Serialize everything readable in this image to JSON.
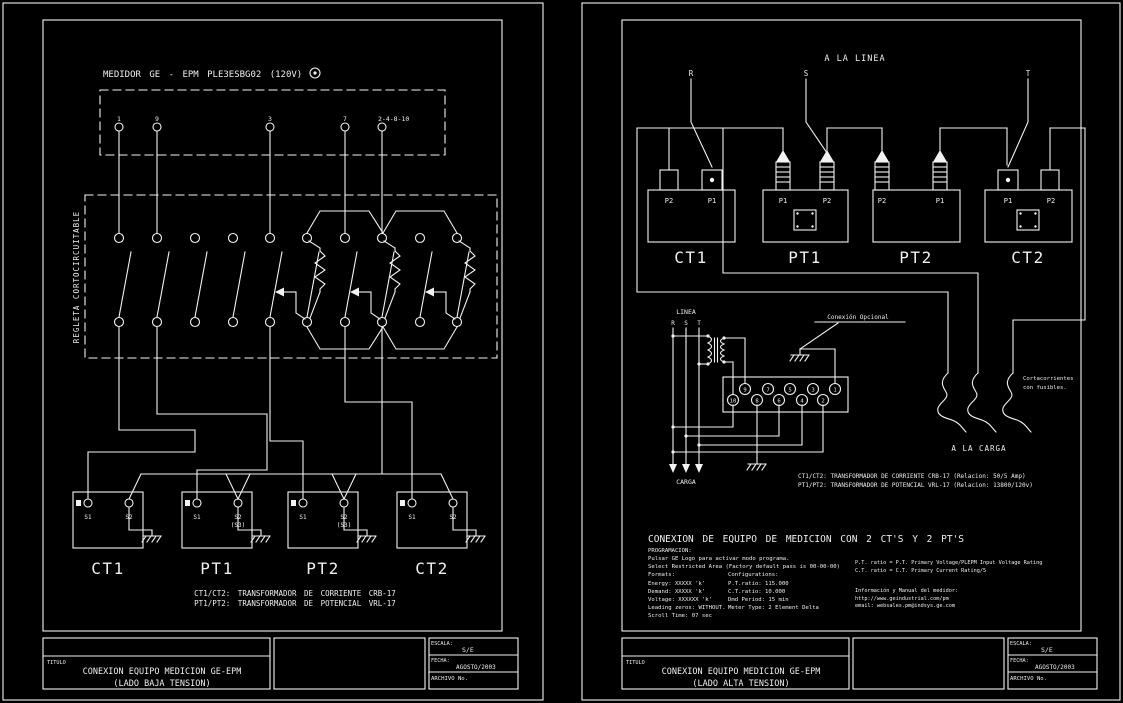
{
  "colors": {
    "background": "#000000",
    "line": "#f2f2f2"
  },
  "left_sheet": {
    "meter_title": "MEDIDOR GE - EPM PLE3ESBG02 (120V)",
    "meter_terminals": [
      "1",
      "9",
      "3",
      "7",
      "2-4-8-10"
    ],
    "regleta_label": "REGLETA CORTOCIRCUITABLE",
    "transformers": [
      {
        "name": "CT1",
        "t1": "S1",
        "t2": "S2",
        "t2_sub": ""
      },
      {
        "name": "PT1",
        "t1": "S1",
        "t2": "S2",
        "t2_sub": "(S3)"
      },
      {
        "name": "PT2",
        "t1": "S1",
        "t2": "S2",
        "t2_sub": "(S3)"
      },
      {
        "name": "CT2",
        "t1": "S1",
        "t2": "S2",
        "t2_sub": ""
      }
    ],
    "notes": [
      "CT1/CT2: TRANSFORMADOR DE CORRIENTE CRB-17",
      "PT1/PT2: TRANSFORMADOR DE POTENCIAL VRL-17"
    ],
    "title_block": {
      "titulo_label": "TITULO",
      "line1": "CONEXION EQUIPO MEDICION GE-EPM",
      "line2": "(LADO BAJA TENSION)",
      "escala_label": "ESCALA:",
      "escala_value": "S/E",
      "fecha_label": "FECHA:",
      "fecha_value": "AGOSTO/2003",
      "archivo_label": "ARCHIVO No."
    }
  },
  "right_sheet": {
    "a_la_linea": "A LA LINEA",
    "phases": [
      "R",
      "S",
      "T"
    ],
    "units": [
      {
        "name": "CT1",
        "left": "P2",
        "right": "P1"
      },
      {
        "name": "PT1",
        "left": "P1",
        "right": "P2"
      },
      {
        "name": "PT2",
        "left": "P2",
        "right": "P1"
      },
      {
        "name": "CT2",
        "left": "P1",
        "right": "P2"
      }
    ],
    "linea_label": "LINEA",
    "linea_phases": [
      "R",
      "S",
      "T"
    ],
    "carga_label": "CARGA",
    "conexion_opcional": "Conexión Opcional",
    "terminals_top": [
      "9",
      "7",
      "5",
      "3",
      "1"
    ],
    "terminals_bottom": [
      "10",
      "8",
      "6",
      "4",
      "2"
    ],
    "cutout_label_line1": "Cortacorrientes",
    "cutout_label_line2": "con fusibles.",
    "a_la_carga": "A LA CARGA",
    "notes": [
      "CT1/CT2: TRANSFORMADOR DE CORRIENTE CRB-17 (Relacion: 50/5 Amp)",
      "PT1/PT2: TRANSFORMADOR DE POTENCIAL VRL-17 (Relacion: 13800/120v)"
    ],
    "heading": "CONEXION DE EQUIPO DE MEDICION CON 2 CT'S Y 2 PT'S",
    "programming": {
      "title": "PROGRAMACION:",
      "intro1": "Pulsar GE Logo para activar modo programa.",
      "intro2": "Select Restricted Area (Factory default pass is 00-00-00)",
      "formats_label": "Formats:",
      "configurations_label": "Configurations:",
      "formats": [
        "Energy: XXXXX 'k'",
        "Demand: XXXXX 'k'",
        "Voltage: XXXXXX 'k'",
        "Leading zeros: WITHOUT.",
        "Scroll Time: 07 sec"
      ],
      "configurations": [
        "P.T.ratio: 115.000",
        "C.T.ratio: 10.000",
        "Dmd Period: 15 min",
        "Meter Type: 2 Element Delta"
      ]
    },
    "ratio_notes": [
      "P.T. ratio = P.T. Primary Voltage/PLEPM Input Voltage Rating",
      "C.T. ratio = C.T. Primary Current Rating/5"
    ],
    "info_lines": [
      "Información y Manual del medidor:",
      "http://www.geindustrial.com/pm",
      "email: websales.pm@indsys.ge.com"
    ],
    "title_block": {
      "titulo_label": "TITULO",
      "line1": "CONEXION EQUIPO MEDICION GE-EPM",
      "line2": "(LADO ALTA TENSION)",
      "escala_label": "ESCALA:",
      "escala_value": "S/E",
      "fecha_label": "FECHA:",
      "fecha_value": "AGOSTO/2003",
      "archivo_label": "ARCHIVO No."
    }
  }
}
